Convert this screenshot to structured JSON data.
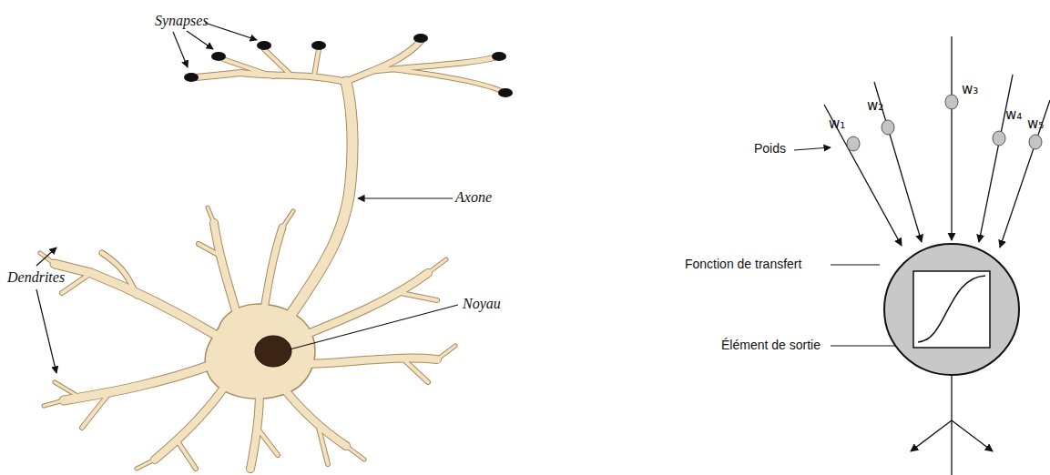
{
  "diagram": {
    "labels": [
      "Synapses",
      "Axone",
      "Dendrites",
      "Noyau",
      "Poids",
      "w₁",
      "w₂",
      "w₃",
      "w₄",
      "w₅",
      "Fonction de transfert",
      "Élément de sortie"
    ]
  }
}
